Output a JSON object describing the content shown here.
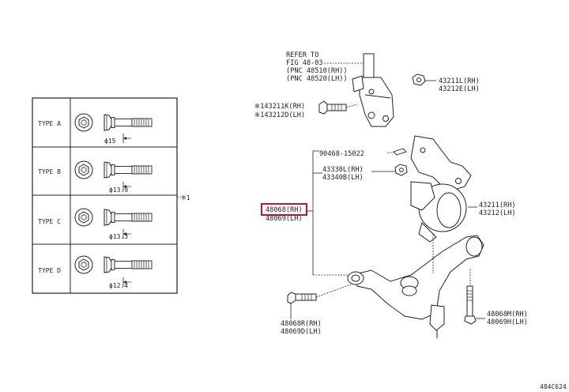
{
  "bolt_table": {
    "rows": [
      {
        "type": "TYPE A",
        "diameter": "ϕ15"
      },
      {
        "type": "TYPE B",
        "diameter": "ϕ13.9"
      },
      {
        "type": "TYPE C",
        "diameter": "ϕ13.3"
      },
      {
        "type": "TYPE D",
        "diameter": "ϕ12.4"
      }
    ],
    "marker": "※1"
  },
  "callouts": {
    "refer_line1": "REFER TO",
    "refer_line2": "FIG 48-03",
    "refer_line3": "(PNC 48510(RH))",
    "refer_line4": "(PNC 48520(LH))",
    "p43211L": "43211L(RH)",
    "p43212E": "43212E(LH)",
    "p43211K": "※143211K(RH)",
    "p43212D": "※143212D(LH)",
    "p90468": "90468-15022",
    "p43330L": "43330L(RH)",
    "p43340B": "43340B(LH)",
    "p48068_rh": "48068(RH)",
    "p48069_lh": "48069(LH)",
    "p43211": "43211(RH)",
    "p43212": "43212(LH)",
    "p48068R": "48068R(RH)",
    "p48069D": "48069D(LH)",
    "p48068M": "48068M(RH)",
    "p48069H": "48069H(LH)",
    "figure_code": "484C624"
  },
  "colors": {
    "highlight": "#c0143c",
    "line": "#2a2a2a"
  }
}
